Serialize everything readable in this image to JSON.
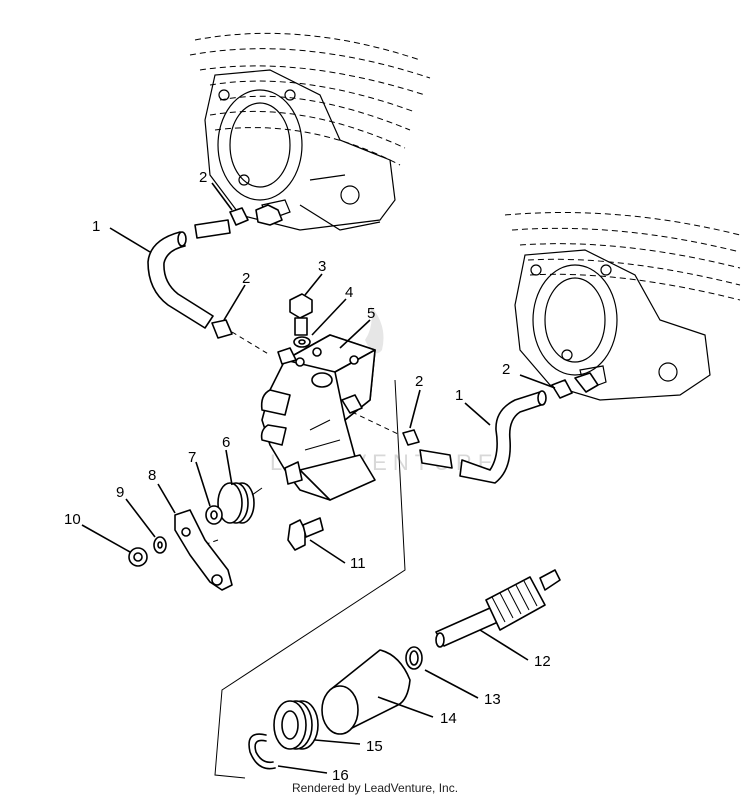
{
  "diagram": {
    "callouts": [
      {
        "id": "c1a",
        "label": "1"
      },
      {
        "id": "c2a",
        "label": "2"
      },
      {
        "id": "c2b",
        "label": "2"
      },
      {
        "id": "c3",
        "label": "3"
      },
      {
        "id": "c4",
        "label": "4"
      },
      {
        "id": "c5",
        "label": "5"
      },
      {
        "id": "c6",
        "label": "6"
      },
      {
        "id": "c7",
        "label": "7"
      },
      {
        "id": "c8",
        "label": "8"
      },
      {
        "id": "c9",
        "label": "9"
      },
      {
        "id": "c10",
        "label": "10"
      },
      {
        "id": "c11",
        "label": "11"
      },
      {
        "id": "c2c",
        "label": "2"
      },
      {
        "id": "c1b",
        "label": "1"
      },
      {
        "id": "c2d",
        "label": "2"
      },
      {
        "id": "c12",
        "label": "12"
      },
      {
        "id": "c13",
        "label": "13"
      },
      {
        "id": "c14",
        "label": "14"
      },
      {
        "id": "c15",
        "label": "15"
      },
      {
        "id": "c16",
        "label": "16"
      }
    ],
    "watermark": "LEADVENTURE"
  },
  "footer": {
    "credit": "Rendered by LeadVenture, Inc."
  }
}
